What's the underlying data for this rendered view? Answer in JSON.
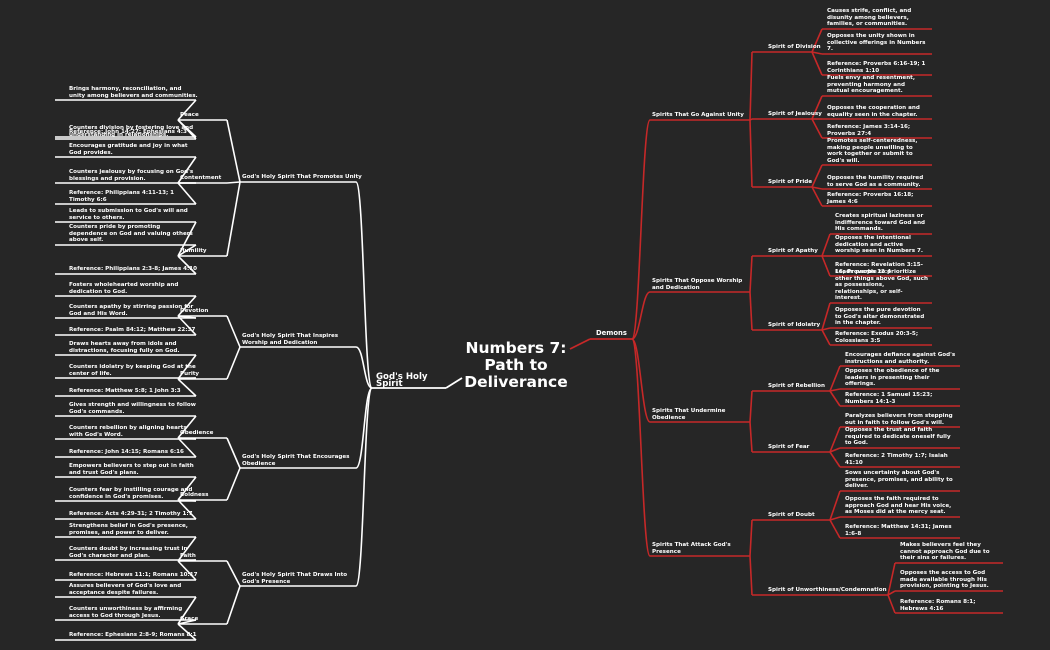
{
  "title": "Numbers 7:\nPath to\nDeliverance",
  "colors": {
    "background": "#262626",
    "holy_spirit_lines": "#ffffff",
    "demons_lines": "#c62828",
    "text": "#ffffff"
  },
  "left": {
    "label": "God's Holy Spirit",
    "children": [
      {
        "label": "God's Holy Spirit That Promotes Unity",
        "children": [
          {
            "label": "Peace",
            "children": [
              "Brings harmony, reconciliation, and unity among believers and communities.",
              "Counters division by fostering love and understanding in relationships.",
              "Reference: John 14:27; Ephesians 4:3"
            ]
          },
          {
            "label": "Contentment",
            "children": [
              "Encourages gratitude and joy in what God provides.",
              "Counters jealousy by focusing on God's blessings and provision.",
              "Reference: Philippians 4:11-13; 1 Timothy 6:6"
            ]
          },
          {
            "label": "Humility",
            "children": [
              "Leads to submission to God's will and service to others.",
              "Counters pride by promoting dependence on God and valuing others above self.",
              "Reference: Philippians 2:3-8; James 4:10"
            ]
          }
        ]
      },
      {
        "label": "God's Holy Spirit That Inspires Worship and Dedication",
        "children": [
          {
            "label": "Devotion",
            "children": [
              "Fosters wholehearted worship and dedication to God.",
              "Counters apathy by stirring passion for God and His Word.",
              "Reference: Psalm 84:12; Matthew 22:37"
            ]
          },
          {
            "label": "Purity",
            "children": [
              "Draws hearts away from idols and distractions, focusing fully on God.",
              "Counters idolatry by keeping God at the center of life.",
              "Reference: Matthew 5:8; 1 John 3:3"
            ]
          }
        ]
      },
      {
        "label": "God's Holy Spirit That Encourages Obedience",
        "children": [
          {
            "label": "Obedience",
            "children": [
              "Gives strength and willingness to follow God's commands.",
              "Counters rebellion by aligning hearts with God's Word.",
              "Reference: John 14:15; Romans 6:16"
            ]
          },
          {
            "label": "Boldness",
            "children": [
              "Empowers believers to step out in faith and trust God's plans.",
              "Counters fear by instilling courage and confidence in God's promises.",
              "Reference: Acts 4:29-31; 2 Timothy 1:7"
            ]
          }
        ]
      },
      {
        "label": "God's Holy Spirit That Draws Into God's Presence",
        "children": [
          {
            "label": "Faith",
            "children": [
              "Strengthens belief in God's presence, promises, and power to deliver.",
              "Counters doubt by increasing trust in God's character and plan.",
              "Reference: Hebrews 11:1; Romans 10:17"
            ]
          },
          {
            "label": "Grace",
            "children": [
              "Assures believers of God's love and acceptance despite failures.",
              "Counters unworthiness by affirming access to God through Jesus.",
              "Reference: Ephesians 2:8-9; Romans 8:1"
            ]
          }
        ]
      }
    ]
  },
  "right": {
    "label": "Demons",
    "children": [
      {
        "label": "Spirits That Go Against Unity",
        "children": [
          {
            "label": "Spirit of Division",
            "children": [
              "Causes strife, conflict, and disunity among believers, families, or communities.",
              "Opposes the unity shown in collective offerings in Numbers 7.",
              "Reference: Proverbs 6:16-19; 1 Corinthians 1:10"
            ]
          },
          {
            "label": "Spirit of Jealousy",
            "children": [
              "Fuels envy and resentment, preventing harmony and mutual encouragement.",
              "Opposes the cooperation and equality seen in the chapter.",
              "Reference: James 3:14-16; Proverbs 27:4"
            ]
          },
          {
            "label": "Spirit of Pride",
            "children": [
              "Promotes self-centeredness, making people unwilling to work together or submit to God's will.",
              "Opposes the humility required to serve God as a community.",
              "Reference: Proverbs 16:18; James 4:6"
            ]
          }
        ]
      },
      {
        "label": "Spirits That Oppose Worship and Dedication",
        "children": [
          {
            "label": "Spirit of Apathy",
            "children": [
              "Creates spiritual laziness or indifference toward God and His commands.",
              "Opposes the intentional dedication and active worship seen in Numbers 7.",
              "Reference: Revelation 3:15-16; Proverbs 12:4"
            ]
          },
          {
            "label": "Spirit of Idolatry",
            "children": [
              "Leads people to prioritize other things above God, such as possessions, relationships, or self-interest.",
              "Opposes the pure devotion to God's altar demonstrated in the chapter.",
              "Reference: Exodus 20:3-5; Colossians 3:5"
            ]
          }
        ]
      },
      {
        "label": "Spirits That Undermine Obedience",
        "children": [
          {
            "label": "Spirit of Rebellion",
            "children": [
              "Encourages defiance against God's instructions and authority.",
              "Opposes the obedience of the leaders in presenting their offerings.",
              "Reference: 1 Samuel 15:23; Numbers 14:1-3"
            ]
          },
          {
            "label": "Spirit of Fear",
            "children": [
              "Paralyzes believers from stepping out in faith to follow God's will.",
              "Opposes the trust and faith required to dedicate oneself fully to God.",
              "Reference: 2 Timothy 1:7; Isaiah 41:10"
            ]
          }
        ]
      },
      {
        "label": "Spirits That Attack God's Presence",
        "children": [
          {
            "label": "Spirit of Doubt",
            "children": [
              "Sows uncertainty about God's presence, promises, and ability to deliver.",
              "Opposes the faith required to approach God and hear His voice, as Moses did at the mercy seat.",
              "Reference: Matthew 14:31; James 1:6-8"
            ]
          },
          {
            "label": "Spirit of Unworthiness/Condemnation",
            "children": [
              "Makes believers feel they cannot approach God due to their sins or failures.",
              "Opposes the access to God made available through His provision, pointing to Jesus.",
              "Reference: Romans 8:1; Hebrews 4:16"
            ]
          }
        ]
      }
    ]
  }
}
